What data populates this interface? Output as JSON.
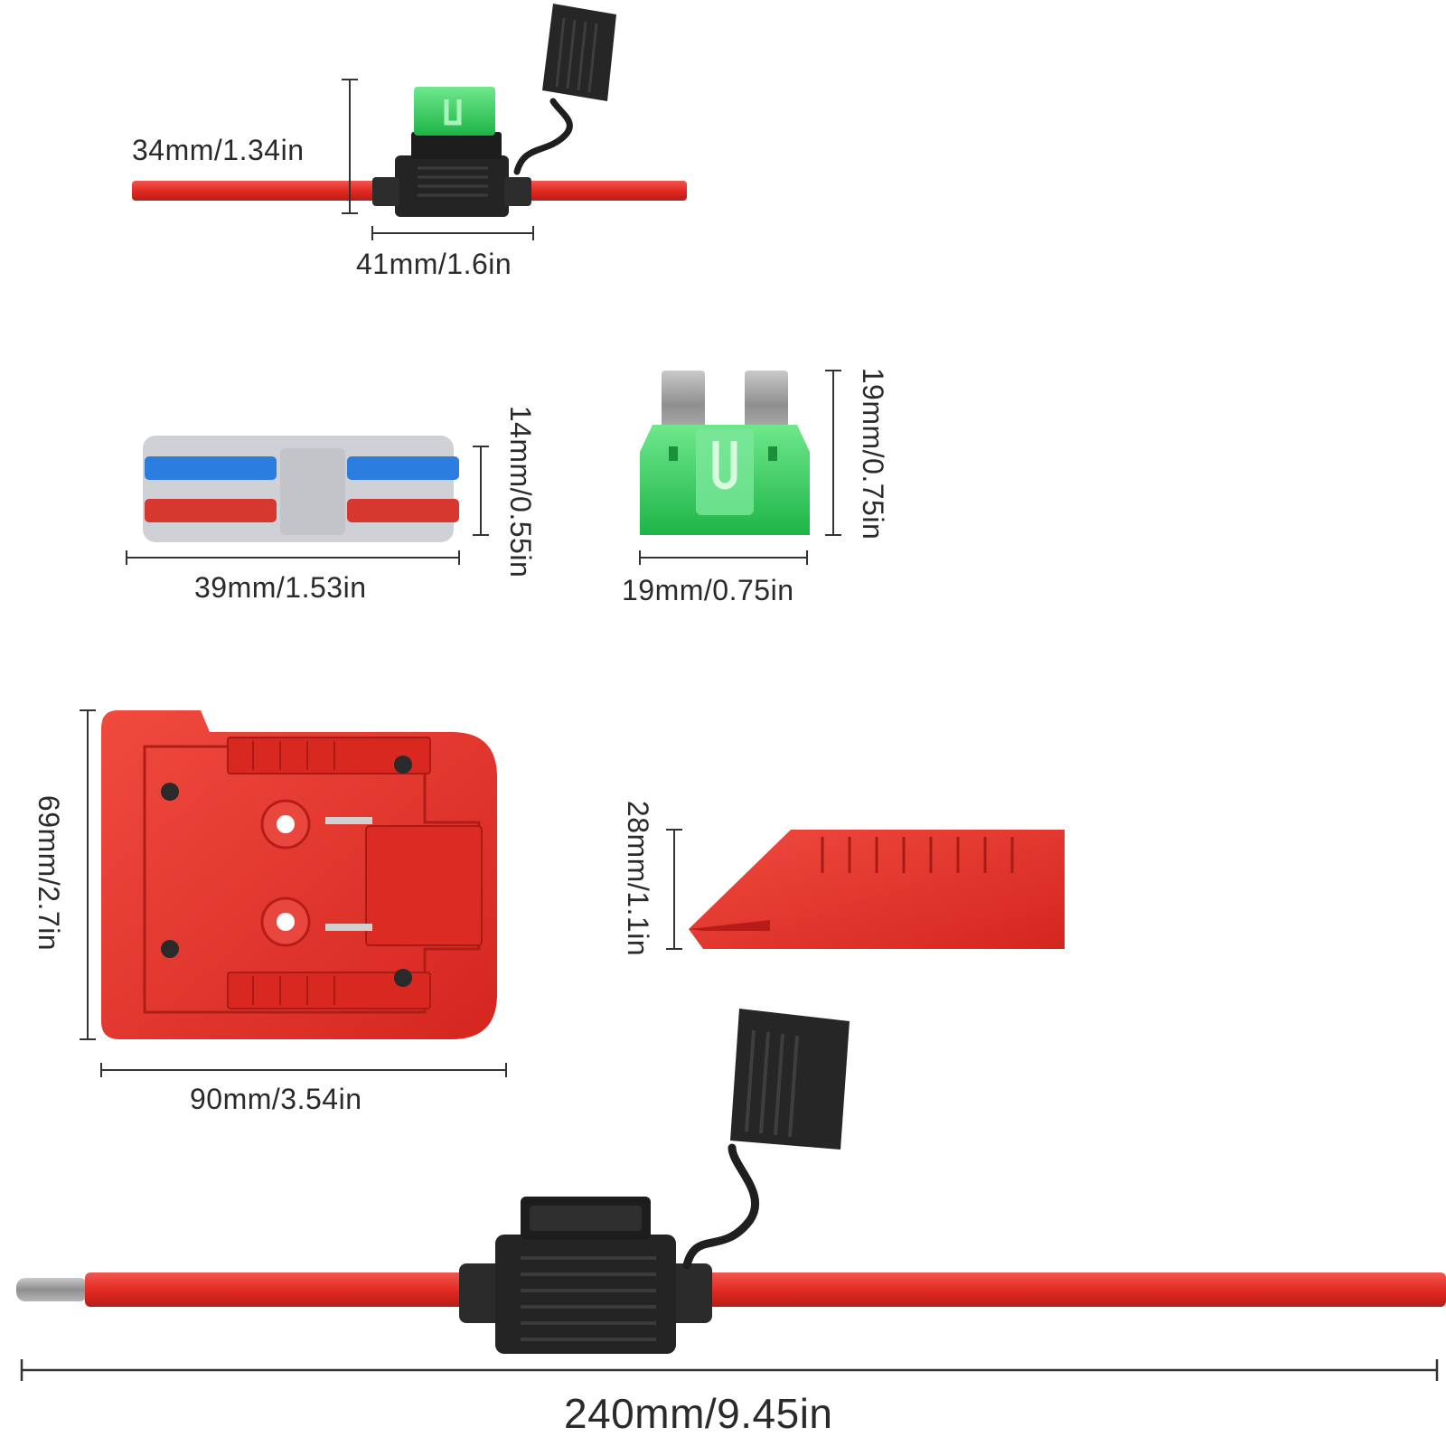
{
  "dimensions": {
    "fuse_holder_small_height": "34mm/1.34in",
    "fuse_holder_small_width": "41mm/1.6in",
    "lever_connector_height": "14mm/0.55in",
    "lever_connector_width": "39mm/1.53in",
    "blade_fuse_height": "19mm/0.75in",
    "blade_fuse_width": "19mm/0.75in",
    "battery_adapter_height": "69mm/2.7in",
    "battery_adapter_width": "90mm/3.54in",
    "side_profile_height": "28mm/1.1in",
    "cable_length": "240mm/9.45in"
  },
  "colors": {
    "wire_red": "#e8322b",
    "housing_black": "#242424",
    "fuse_green": "#2ccc5a",
    "adapter_red": "#e5302a",
    "connector_gray": "#cfd1d6",
    "lever_blue": "#2c7de0",
    "lever_red": "#d6372f"
  }
}
